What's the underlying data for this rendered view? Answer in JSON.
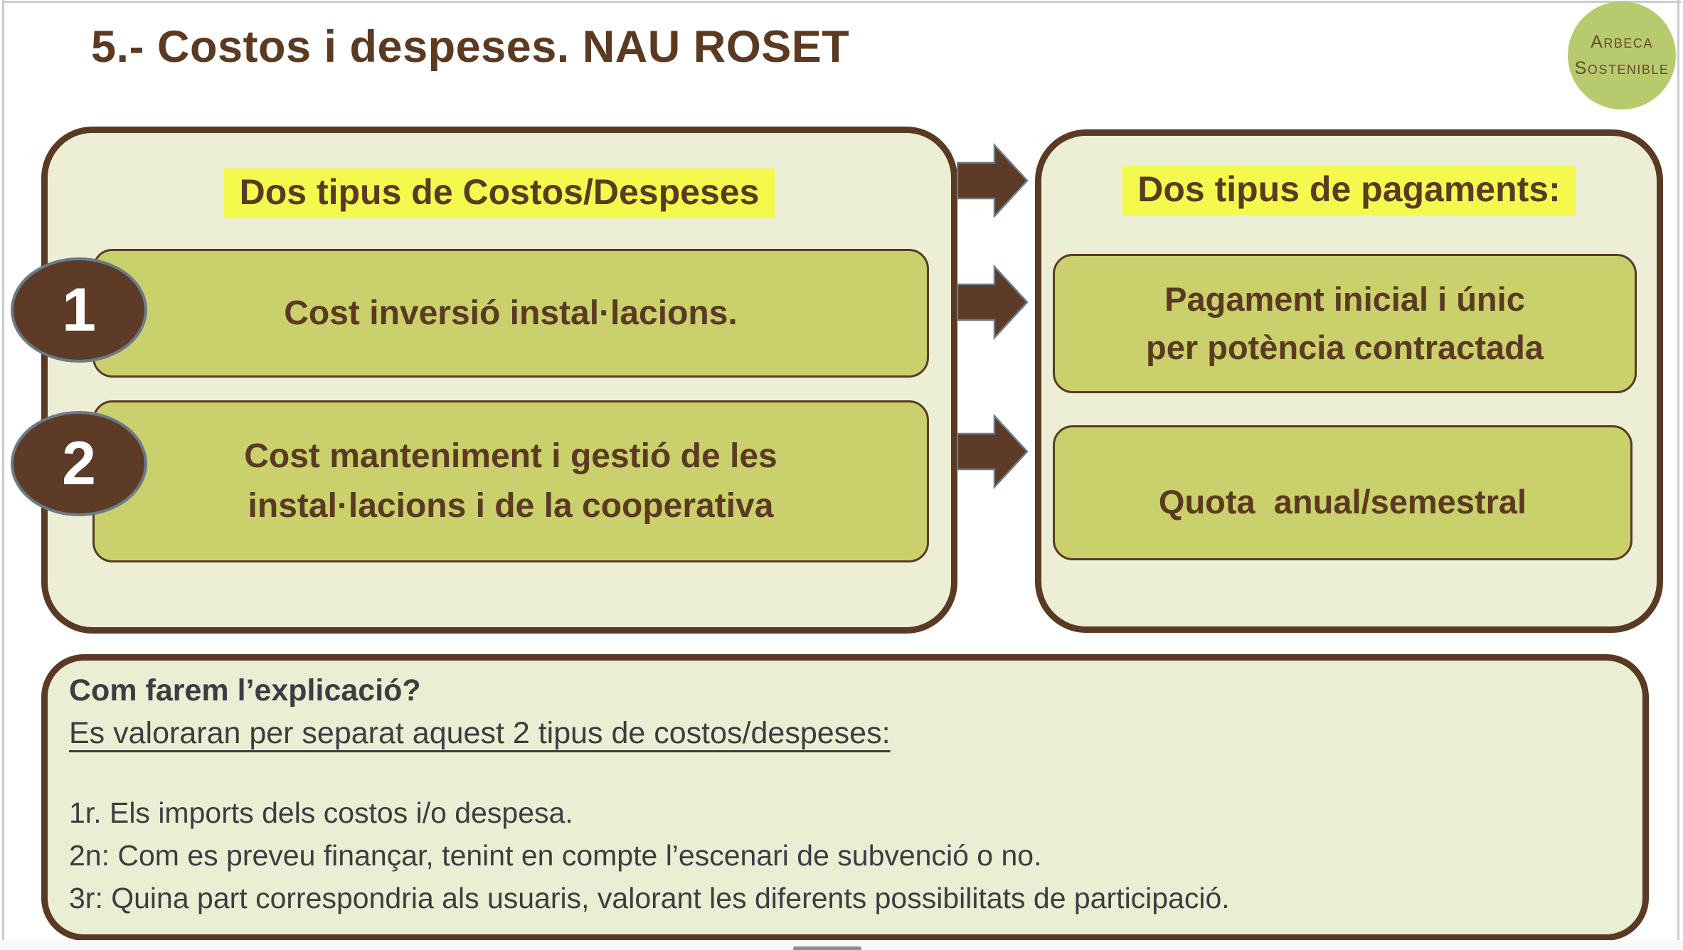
{
  "slide": {
    "title": "5.- Costos i despeses. NAU ROSET",
    "badge": {
      "line1": "Arbeca",
      "line2": "Sostenible"
    },
    "flow": {
      "left": {
        "header": "Dos tipus de Costos/Despeses",
        "items": [
          {
            "number": "1",
            "label": "Cost inversió instal·lacions."
          },
          {
            "number": "2",
            "label": "Cost manteniment i gestió de les\ninstal·lacions i de la cooperativa"
          }
        ]
      },
      "right": {
        "header": "Dos tipus de pagaments:",
        "items": [
          {
            "label": "Pagament inicial i únic\nper potència contractada"
          },
          {
            "label": "Quota  anual/semestral"
          }
        ]
      }
    },
    "explain": {
      "heading": "Com farem l’explicació?",
      "subheading": "Es valoraran per separat aquest 2 tipus de costos/despeses:",
      "steps": [
        "1r. Els imports dels costos i/o despesa.",
        "2n: Com es preveu finançar, tenint en compte l’escenari de subvenció o no.",
        "3r: Quina part correspondria als usuaris, valorant les diferents possibilitats de participació."
      ]
    },
    "colors": {
      "brown_accent": "#5b3a21",
      "panel_border": "#5b3a23",
      "panel_bg": "#ecefd6",
      "box_bg": "#cad06c",
      "highlight_yellow": "#f3fa4d",
      "badge_green": "#b7ca6e",
      "circle_fill": "#5d3b27",
      "circle_outline": "#6b7b89",
      "body_text": "#3a3e42"
    }
  }
}
